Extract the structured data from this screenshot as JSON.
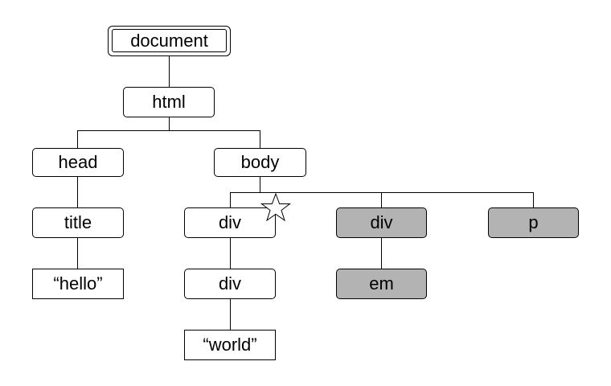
{
  "diagram": {
    "nodes": {
      "document": "document",
      "html": "html",
      "head": "head",
      "body": "body",
      "title": "title",
      "hello_text": "“hello”",
      "div1": "div",
      "div2": "div",
      "world_text": "“world”",
      "div_shaded": "div",
      "em": "em",
      "p": "p"
    },
    "marker": "star-icon",
    "colors": {
      "node_fill": "#ffffff",
      "shaded_fill": "#b3b3b3",
      "stroke": "#000000"
    }
  }
}
